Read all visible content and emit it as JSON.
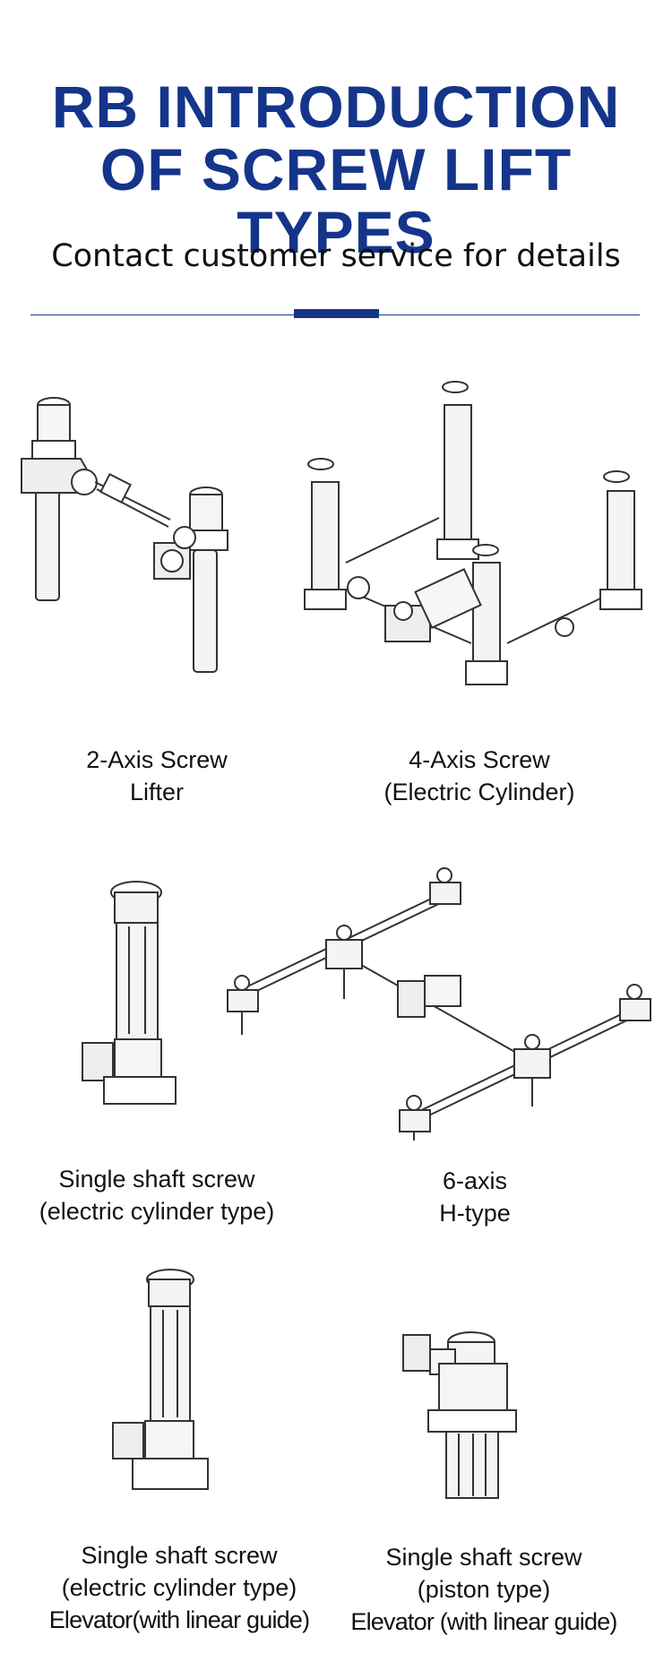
{
  "header": {
    "title_line1": "RB INTRODUCTION",
    "title_line2": "OF SCREW LIFT TYPES",
    "subtitle": "Contact customer service for details",
    "accent_color": "#14358a"
  },
  "products": [
    {
      "icon": "two-axis-screw-lifter-drawing",
      "lines": [
        "2-Axis Screw",
        "Lifter"
      ]
    },
    {
      "icon": "four-axis-electric-cylinder-drawing",
      "lines": [
        "4-Axis Screw",
        "(Electric Cylinder)"
      ]
    },
    {
      "icon": "single-shaft-electric-cylinder-drawing",
      "lines": [
        "Single shaft screw",
        "(electric cylinder type)"
      ]
    },
    {
      "icon": "six-axis-h-type-drawing",
      "lines": [
        "6-axis",
        "H-type"
      ]
    },
    {
      "icon": "single-shaft-elevator-linear-guide-drawing",
      "lines": [
        "Single shaft screw",
        "(electric cylinder type)",
        "Elevator(with linear guide)"
      ]
    },
    {
      "icon": "single-shaft-piston-elevator-drawing",
      "lines": [
        "Single shaft screw",
        "(piston type)",
        "Elevator (with linear guide)"
      ]
    }
  ]
}
